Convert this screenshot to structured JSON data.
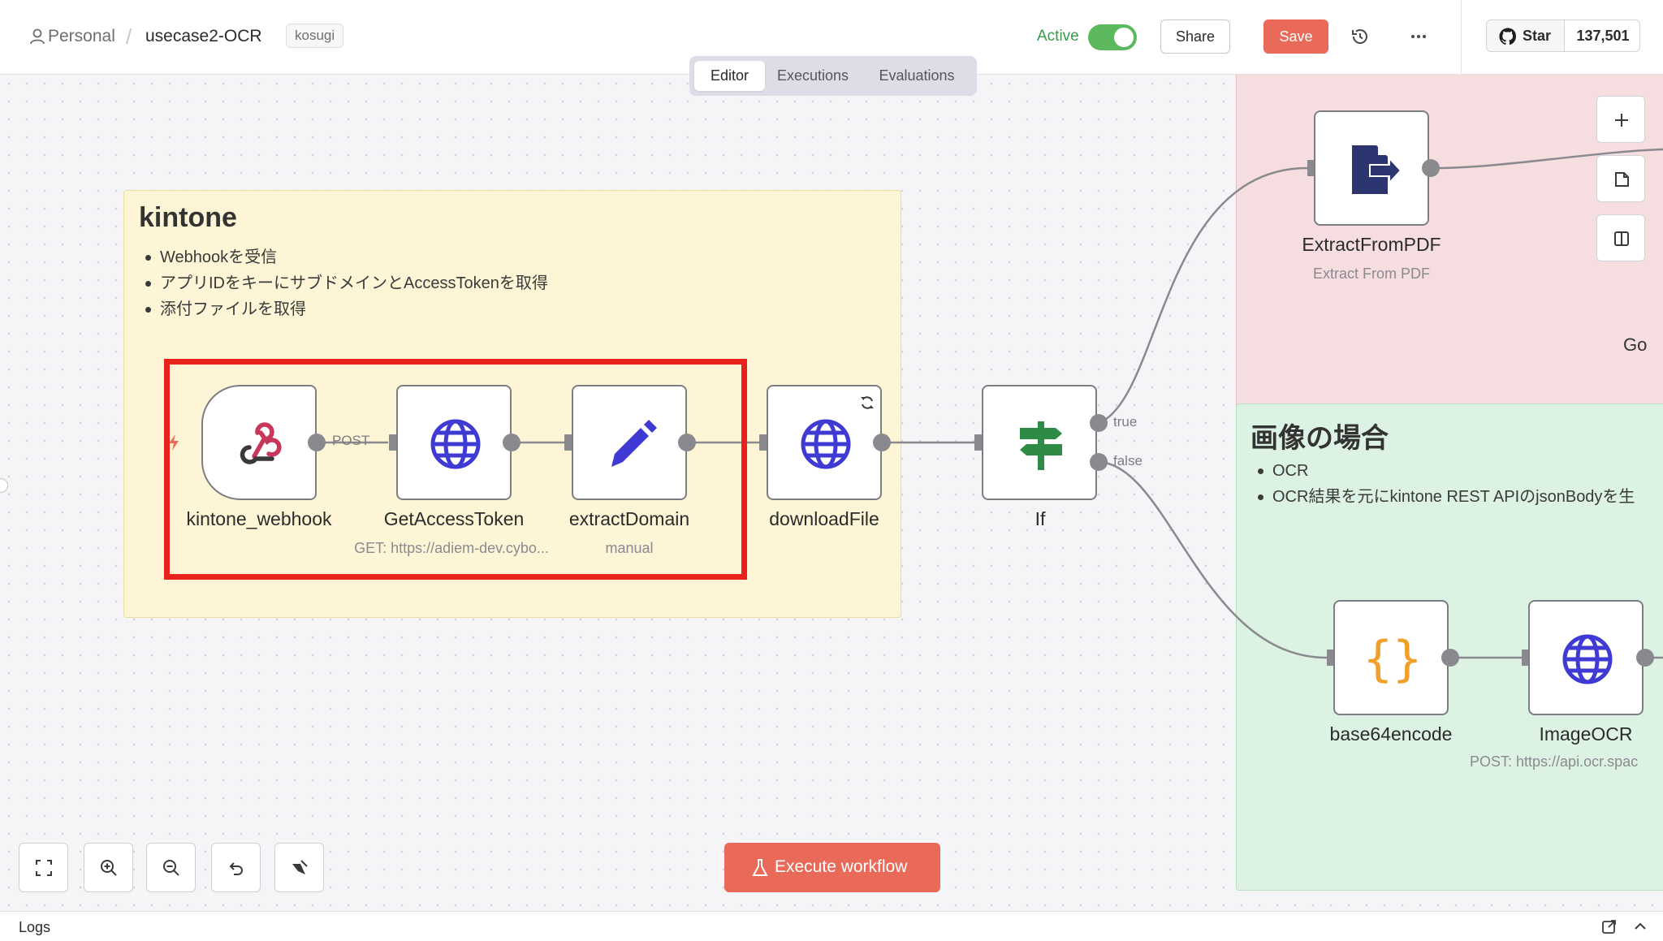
{
  "header": {
    "breadcrumb": {
      "icon": "user-icon",
      "personal": "Personal",
      "separator": "/",
      "workflow_name": "usecase2-OCR"
    },
    "tag": "kosugi",
    "active_label": "Active",
    "active": true,
    "share_label": "Share",
    "save_label": "Save",
    "history_icon": "history-icon",
    "more_icon": "more-horizontal-icon",
    "github": {
      "icon": "github-icon",
      "star_label": "Star",
      "star_count": "137,501"
    }
  },
  "tabs": [
    {
      "label": "Editor",
      "active": true
    },
    {
      "label": "Executions",
      "active": false
    },
    {
      "label": "Evaluations",
      "active": false
    }
  ],
  "canvas": {
    "sticky_kintone": {
      "title": "kintone",
      "items": [
        "Webhookを受信",
        "アプリIDをキーにサブドメインとAccessTokenを取得",
        "添付ファイルを取得"
      ]
    },
    "sticky_image": {
      "title": "画像の場合",
      "items": [
        "OCR",
        "OCR結果を元にkintone REST APIのjsonBodyを生"
      ]
    },
    "sticky_pink_partial_text": "Go",
    "nodes": {
      "kintone_webhook": {
        "label": "kintone_webhook",
        "icon": "webhook-icon"
      },
      "get_access_token": {
        "label": "GetAccessToken",
        "subtitle": "GET: https://adiem-dev.cybo...",
        "icon": "globe-icon"
      },
      "extract_domain": {
        "label": "extractDomain",
        "subtitle": "manual",
        "icon": "pencil-icon"
      },
      "download_file": {
        "label": "downloadFile",
        "icon": "globe-icon",
        "badge": "sync-icon"
      },
      "if_node": {
        "label": "If",
        "icon": "signpost-icon"
      },
      "extract_from_pdf": {
        "label": "ExtractFromPDF",
        "subtitle": "Extract From PDF",
        "icon": "file-export-icon"
      },
      "base64encode": {
        "label": "base64encode",
        "icon": "code-braces-icon"
      },
      "image_ocr": {
        "label": "ImageOCR",
        "subtitle": "POST: https://api.ocr.spac",
        "icon": "globe-icon"
      }
    },
    "edge_labels": {
      "post": "POST",
      "true": "true",
      "false": "false"
    },
    "right_tools": [
      "plus-icon",
      "sticky-note-icon",
      "panel-icon"
    ],
    "controls": [
      "fit-view-icon",
      "zoom-in-icon",
      "zoom-out-icon",
      "undo-icon",
      "tidy-up-icon"
    ],
    "execute_label": "Execute workflow",
    "execute_icon": "flask-icon"
  },
  "footer": {
    "logs_label": "Logs",
    "icons": [
      "popout-icon",
      "chevron-up-icon"
    ]
  },
  "colors": {
    "accent": "#ea6a5a",
    "active_green": "#5cb85c",
    "selection_red": "#e8211c",
    "sticky_yellow": "#fdf5d6",
    "sticky_pink": "#f5dde0",
    "sticky_green": "#dcf2e2",
    "globe_blue": "#3e3ad3"
  }
}
